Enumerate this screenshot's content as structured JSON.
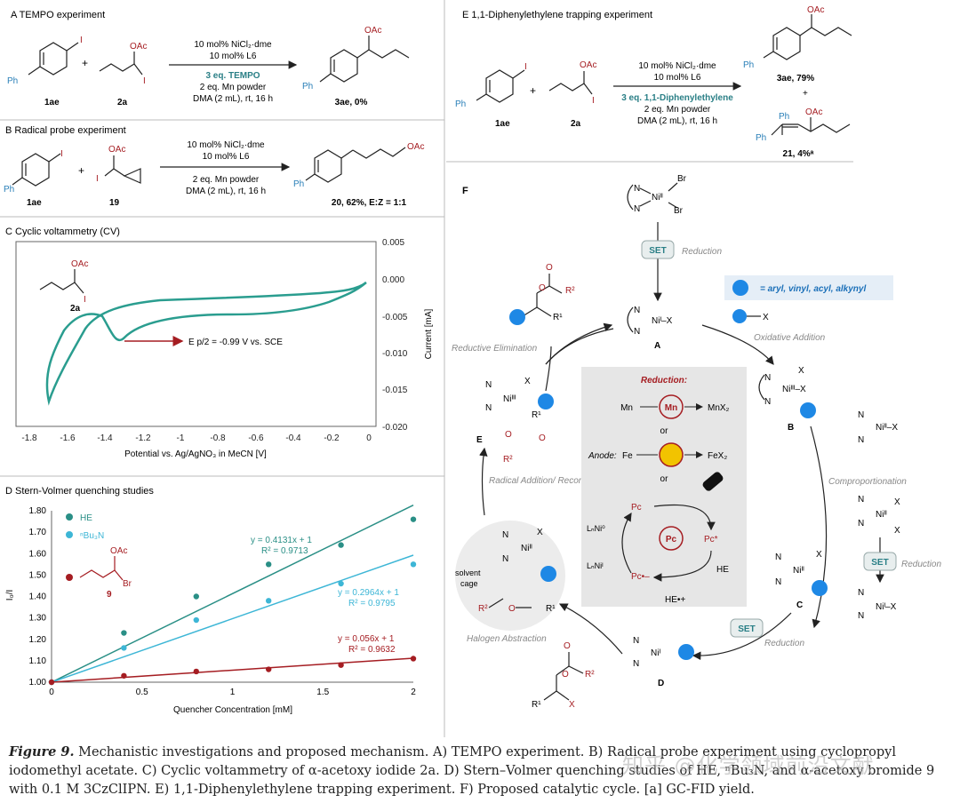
{
  "panelA": {
    "title": "A TEMPO experiment",
    "cond1": "10 mol% NiCl₂·dme",
    "cond2": "10 mol% L6",
    "cond3": "3 eq. TEMPO",
    "cond4": "2 eq. Mn powder",
    "cond5": "DMA (2 mL), rt, 16 h",
    "sm1": "1ae",
    "sm2": "2a",
    "product": "3ae, 0%"
  },
  "panelB": {
    "title": "B Radical probe experiment",
    "cond1": "10 mol% NiCl₂·dme",
    "cond2": "10 mol% L6",
    "cond3": "2 eq. Mn powder",
    "cond4": "DMA (2 mL), rt, 16 h",
    "sm1": "1ae",
    "sm2": "19",
    "product": "20, 62%, E:Z = 1:1"
  },
  "panelC": {
    "title": "C Cyclic voltammetry (CV)",
    "compound": "2a",
    "annotation": "E p/2 = -0.99 V vs. SCE",
    "xlabel": "Potential vs. Ag/AgNO₃ in MeCN [V]",
    "ylabel": "Current [mA]",
    "xticks": [
      "-1.8",
      "-1.6",
      "-1.4",
      "-1.2",
      "-1",
      "-0.8",
      "-0.6",
      "-0.4",
      "-0.2",
      "0"
    ],
    "yticks": [
      "0.005",
      "0.000",
      "-0.005",
      "-0.010",
      "-0.015",
      "-0.020"
    ],
    "color": "#2a9d8f"
  },
  "panelD": {
    "title": "D Stern-Volmer quenching studies",
    "compound": "9",
    "ylabel": "I₀/I",
    "xlabel": "Quencher Concentration [mM]"
  },
  "panelE": {
    "title": "E 1,1-Diphenylethylene trapping experiment",
    "cond1": "10 mol% NiCl₂·dme",
    "cond2": "10 mol% L6",
    "cond3": "3 eq. 1,1-Diphenylethylene",
    "cond4": "2 eq. Mn powder",
    "cond5": "DMA (2 mL), rt, 16 h",
    "sm1": "1ae",
    "sm2": "2a",
    "product1": "3ae, 79%",
    "product2": "21, 4%ᵃ"
  },
  "panelF": {
    "title": "F",
    "legend": "= aryl, vinyl, acyl, alkynyl",
    "set": "SET",
    "reduction": "Reduction",
    "oxidative_addition": "Oxidative Addition",
    "reductive_elimination": "Reductive Elimination",
    "comproportionation": "Comproportionation",
    "radical_addition": "Radical Addition/ Recombination",
    "halogen_abstraction": "Halogen Abstraction",
    "solvent_cage": "solvent cage",
    "box_title": "Reduction:",
    "mn": "Mn",
    "mnx2": "MnX₂",
    "or": "or",
    "anode": "Anode:",
    "fe": "Fe",
    "fex2": "FeX₂",
    "pc": "Pc",
    "pcstar": "Pc*",
    "pcminus": "Pc•–",
    "he": "HE",
    "heplus": "HE•+",
    "lnni0": "LₙNi⁰",
    "lnni1": "LₙNiᴵ",
    "labels": [
      "A",
      "B",
      "C",
      "D",
      "E"
    ]
  },
  "caption": {
    "label": "Figure 9.",
    "text": " Mechanistic investigations and proposed mechanism. A) TEMPO experiment. B) Radical probe experiment using cyclopropyl iodomethyl acetate. C) Cyclic voltammetry of α-acetoxy iodide 2a. D) Stern–Volmer quenching studies of HE, ⁿBu₃N, and α-acetoxy bromide 9 with 0.1 M 3CzClIPN. E) 1,1-Diphenylethylene trapping experiment. F) Proposed catalytic cycle. [a] GC-FID yield."
  },
  "watermark": "知乎 @化学领域前沿文献",
  "chart_data": {
    "type": "scatter",
    "title": "Stern-Volmer quenching studies",
    "xlabel": "Quencher Concentration [mM]",
    "ylabel": "I₀/I",
    "xlim": [
      0,
      2
    ],
    "ylim": [
      1.0,
      1.8
    ],
    "xticks": [
      0,
      0.5,
      1,
      1.5,
      2
    ],
    "yticks": [
      1.0,
      1.1,
      1.2,
      1.3,
      1.4,
      1.5,
      1.6,
      1.7,
      1.8
    ],
    "series": [
      {
        "name": "HE",
        "color": "#2a8f86",
        "x": [
          0,
          0.4,
          0.8,
          1.2,
          1.6,
          2.0
        ],
        "y": [
          1.0,
          1.23,
          1.4,
          1.55,
          1.64,
          1.76
        ],
        "fit": "y = 0.4131x + 1",
        "r2": "R² = 0.9713",
        "slope": 0.4131
      },
      {
        "name": "ⁿBu₃N",
        "color": "#3db6d6",
        "x": [
          0,
          0.4,
          0.8,
          1.2,
          1.6,
          2.0
        ],
        "y": [
          1.0,
          1.16,
          1.29,
          1.38,
          1.46,
          1.55
        ],
        "fit": "y = 0.2964x + 1",
        "r2": "R² = 0.9795",
        "slope": 0.2964
      },
      {
        "name": "9",
        "color": "#a51d22",
        "x": [
          0,
          0.4,
          0.8,
          1.2,
          1.6,
          2.0
        ],
        "y": [
          1.0,
          1.03,
          1.05,
          1.06,
          1.08,
          1.11
        ],
        "fit": "y = 0.056x + 1",
        "r2": "R² = 0.9632",
        "slope": 0.056
      }
    ],
    "legend": "top-left"
  }
}
